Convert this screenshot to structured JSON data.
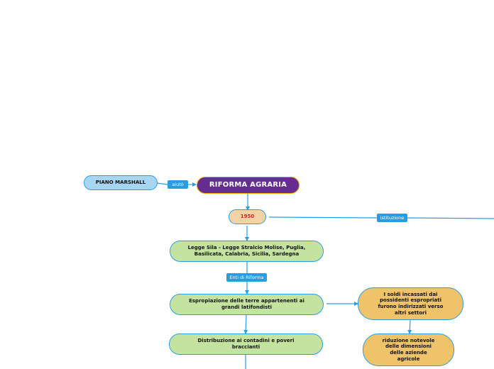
{
  "nodes": {
    "piano_marshall": "PIANO MARSHALL",
    "riforma_agraria": "RIFORMA AGRARIA",
    "year": "1950",
    "legge_line1": "Legge Sila - Legge Stralcio Molise, Puglia,",
    "legge_line2": "Basilicata, Calabria, Sicilia, Sardegna",
    "esproprio_line1": "Espropiazione delle terre appartenenti ai",
    "esproprio_line2": "grandi latifondisti",
    "distribuzione_line1": "Distribuzione ai contadini e poveri",
    "distribuzione_line2": "braccianti",
    "soldi_line1": "I soldi incassati dai",
    "soldi_line2": "possidenti espropriati",
    "soldi_line3": "furono indirizzati verso",
    "soldi_line4": "altri settori",
    "riduzione_line1": "riduzione notevole",
    "riduzione_line2": "delle dimensioni",
    "riduzione_line3": "delle aziende",
    "riduzione_line4": "agricole"
  },
  "labels": {
    "aiuto": "aiutò",
    "istituzione": "istituzione",
    "enti": "Enti di Riforma"
  },
  "colors": {
    "connector": "#2a9de0",
    "central_fill": "#662d91",
    "central_border": "#f2a400",
    "green_fill": "#c5e3a0",
    "orange_fill": "#eec36a",
    "blue_fill": "#a7d5f2",
    "year_fill": "#f3d3a6",
    "year_text": "#d1202f"
  }
}
